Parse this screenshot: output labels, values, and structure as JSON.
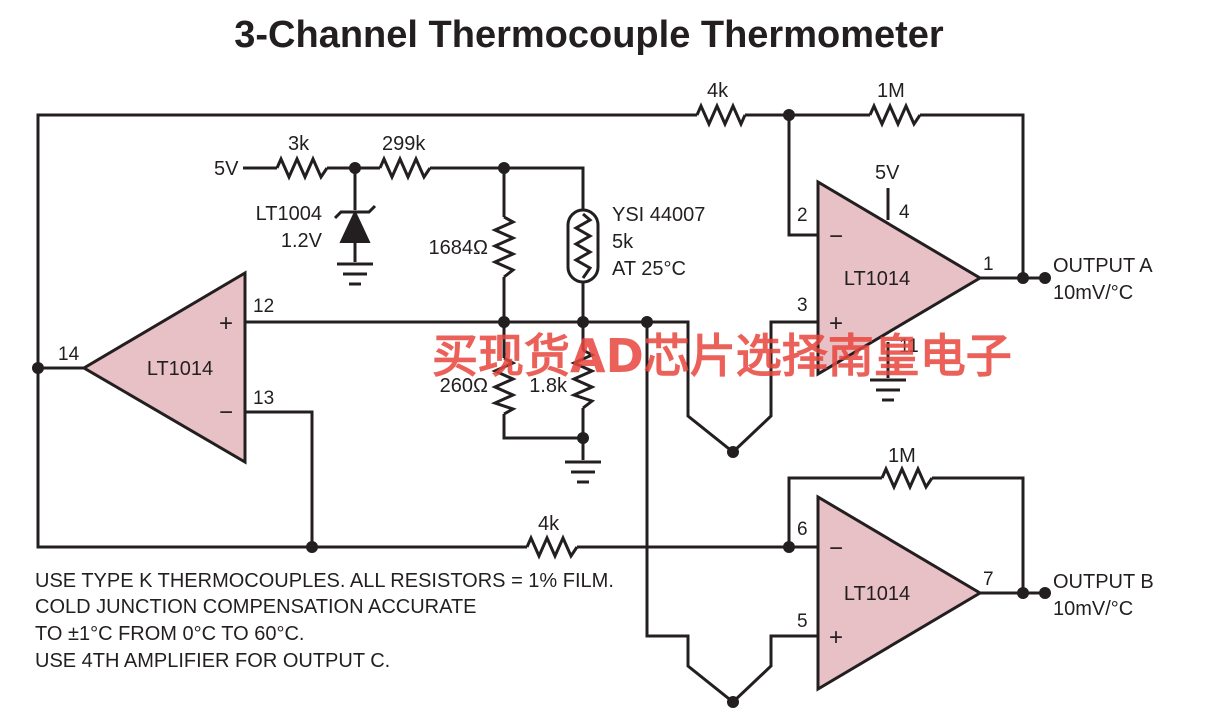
{
  "title": "3-Channel Thermocouple Thermometer",
  "supply": "5V",
  "components": {
    "r_feedback_a_in": "4k",
    "r_feedback_a": "1M",
    "r_3k": "3k",
    "r_299k": "299k",
    "zener_part": "LT1004",
    "zener_voltage": "1.2V",
    "r_1684": "1684Ω",
    "r_260": "260Ω",
    "r_1_8k": "1.8k",
    "thermistor_part": "YSI 44007",
    "thermistor_value": "5k",
    "thermistor_temp": "AT 25°C",
    "r_feedback_b_in": "4k",
    "r_feedback_b": "1M"
  },
  "amplifiers": {
    "left": {
      "part": "LT1014",
      "pin_out": "14",
      "pin_plus": "12",
      "pin_minus": "13",
      "plus_sign": "+",
      "minus_sign": "−"
    },
    "a": {
      "part": "LT1014",
      "pin_minus": "2",
      "pin_plus": "3",
      "pin_out": "1",
      "pin_vcc": "4",
      "pin_gnd": "11",
      "vcc": "5V",
      "plus_sign": "+",
      "minus_sign": "−"
    },
    "b": {
      "part": "LT1014",
      "pin_minus": "6",
      "pin_plus": "5",
      "pin_out": "7",
      "plus_sign": "+",
      "minus_sign": "−"
    }
  },
  "outputs": {
    "a_label": "OUTPUT A",
    "a_scale": "10mV/°C",
    "b_label": "OUTPUT B",
    "b_scale": "10mV/°C"
  },
  "notes": [
    "USE TYPE K THERMOCOUPLES. ALL RESISTORS = 1% FILM.",
    "COLD JUNCTION COMPENSATION ACCURATE",
    "TO ±1°C FROM 0°C TO 60°C.",
    "USE 4TH AMPLIFIER FOR OUTPUT C."
  ],
  "watermark": "买现货AD芯片选择南皇电子"
}
